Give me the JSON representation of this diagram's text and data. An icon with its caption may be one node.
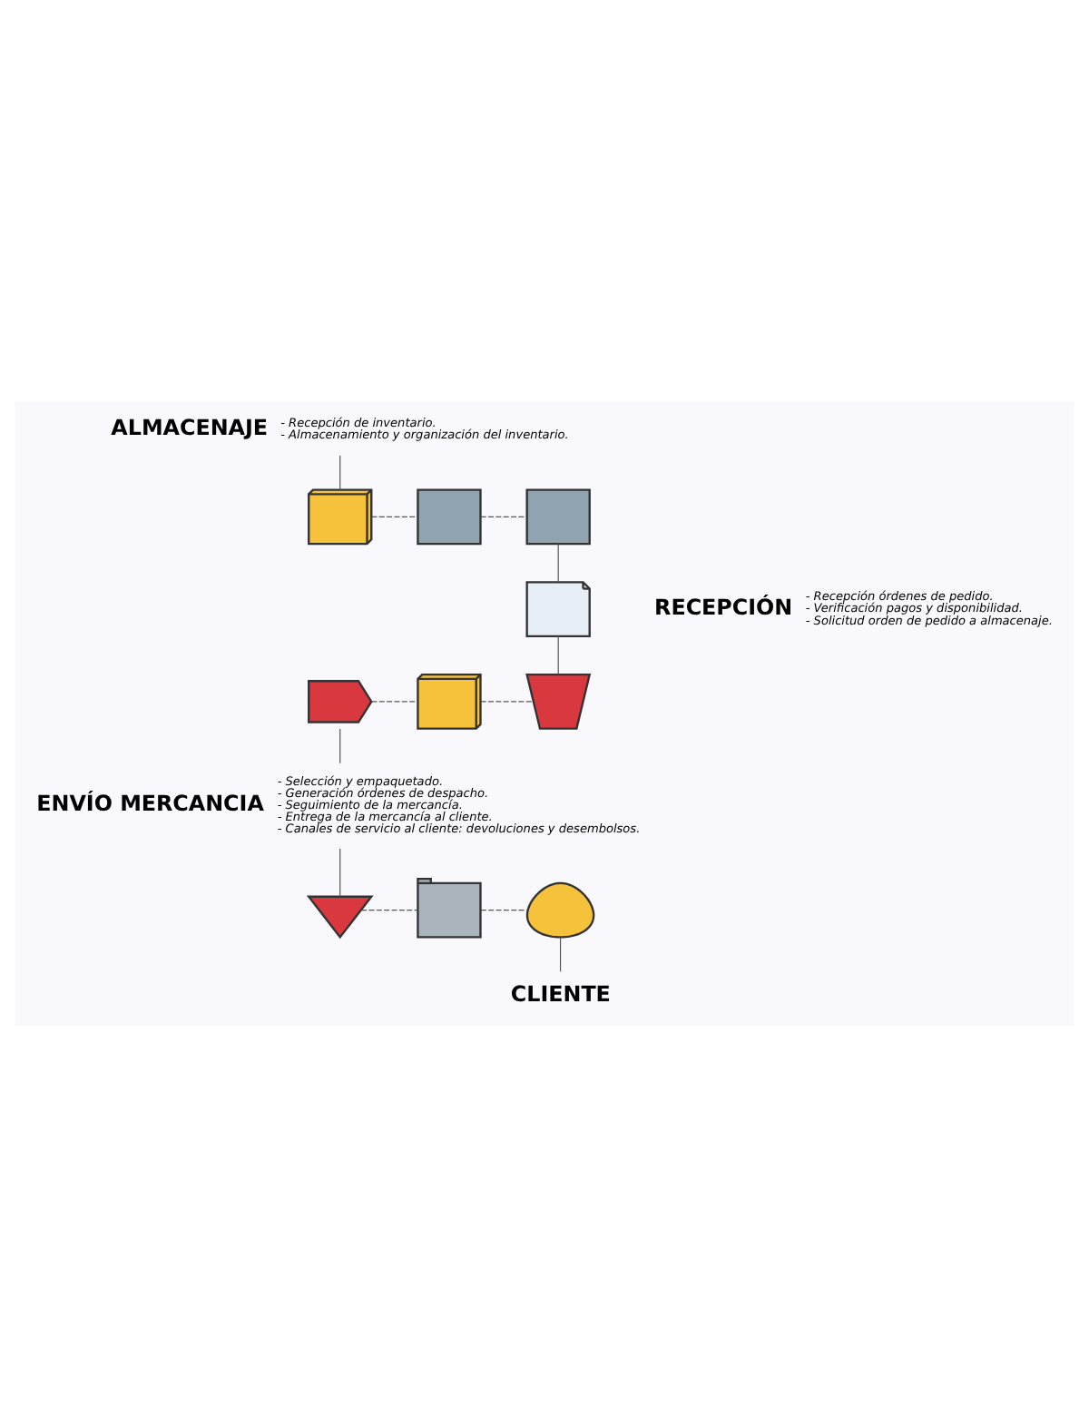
{
  "diagram": {
    "nodes": [
      {
        "text": [
          "ALMACENAJE"
        ],
        "beside": [
          "- Recepción de inventario.",
          "- Almacenamiento y organización del inventario."
        ]
      },
      {
        "text": [],
        "shape": "box"
      },
      {
        "text": [],
        "shape": "laptop"
      },
      {
        "text": [],
        "shape": "laptop"
      },
      {
        "text": [
          "RECEPCIÓN"
        ],
        "beside": [
          "- Recepción órdenes de pedido.",
          "- Verificación pagos y disponibilidad.",
          "- Solicitud orden de pedido a almacenaje."
        ]
      },
      {
        "text": [],
        "shape": "clipboard"
      },
      {
        "text": [],
        "shape": "trolley"
      },
      {
        "text": [],
        "shape": "box"
      },
      {
        "text": [],
        "shape": "truck"
      },
      {
        "text": [
          "ENVÍO MERCANCIA"
        ],
        "beside": [
          "- Selección y empaquetado.",
          "- Generación órdenes de despacho.",
          "- Seguimiento de la mercancía.",
          "- Entrega de la mercancía al cliente.",
          "- Canales de servicio al cliente: devoluciones y desembolsos."
        ]
      },
      {
        "text": [],
        "shape": "pin"
      },
      {
        "text": [],
        "shape": "flag"
      },
      {
        "text": [],
        "shape": "person"
      },
      {
        "text": [
          "CLIENTE"
        ]
      }
    ],
    "edges": [
      {
        "from": 0,
        "to": 1,
        "arrow": "none"
      },
      {
        "from": 1,
        "to": 2,
        "arrow": "none",
        "style": "dashed"
      },
      {
        "from": 2,
        "to": 3,
        "arrow": "none",
        "style": "dashed"
      },
      {
        "from": 3,
        "to": 5,
        "arrow": "none"
      },
      {
        "from": 5,
        "to": 6,
        "arrow": "none"
      },
      {
        "from": 8,
        "to": 7,
        "arrow": "none",
        "style": "dashed"
      },
      {
        "from": 7,
        "to": 6,
        "arrow": "none",
        "style": "dashed"
      },
      {
        "from": 8,
        "to": 9,
        "arrow": "none"
      },
      {
        "from": 9,
        "to": 10,
        "arrow": "none"
      },
      {
        "from": 10,
        "to": 11,
        "arrow": "none",
        "style": "dashed"
      },
      {
        "from": 11,
        "to": 12,
        "arrow": "none",
        "style": "dashed"
      },
      {
        "from": 12,
        "to": 13,
        "arrow": "none"
      }
    ]
  }
}
